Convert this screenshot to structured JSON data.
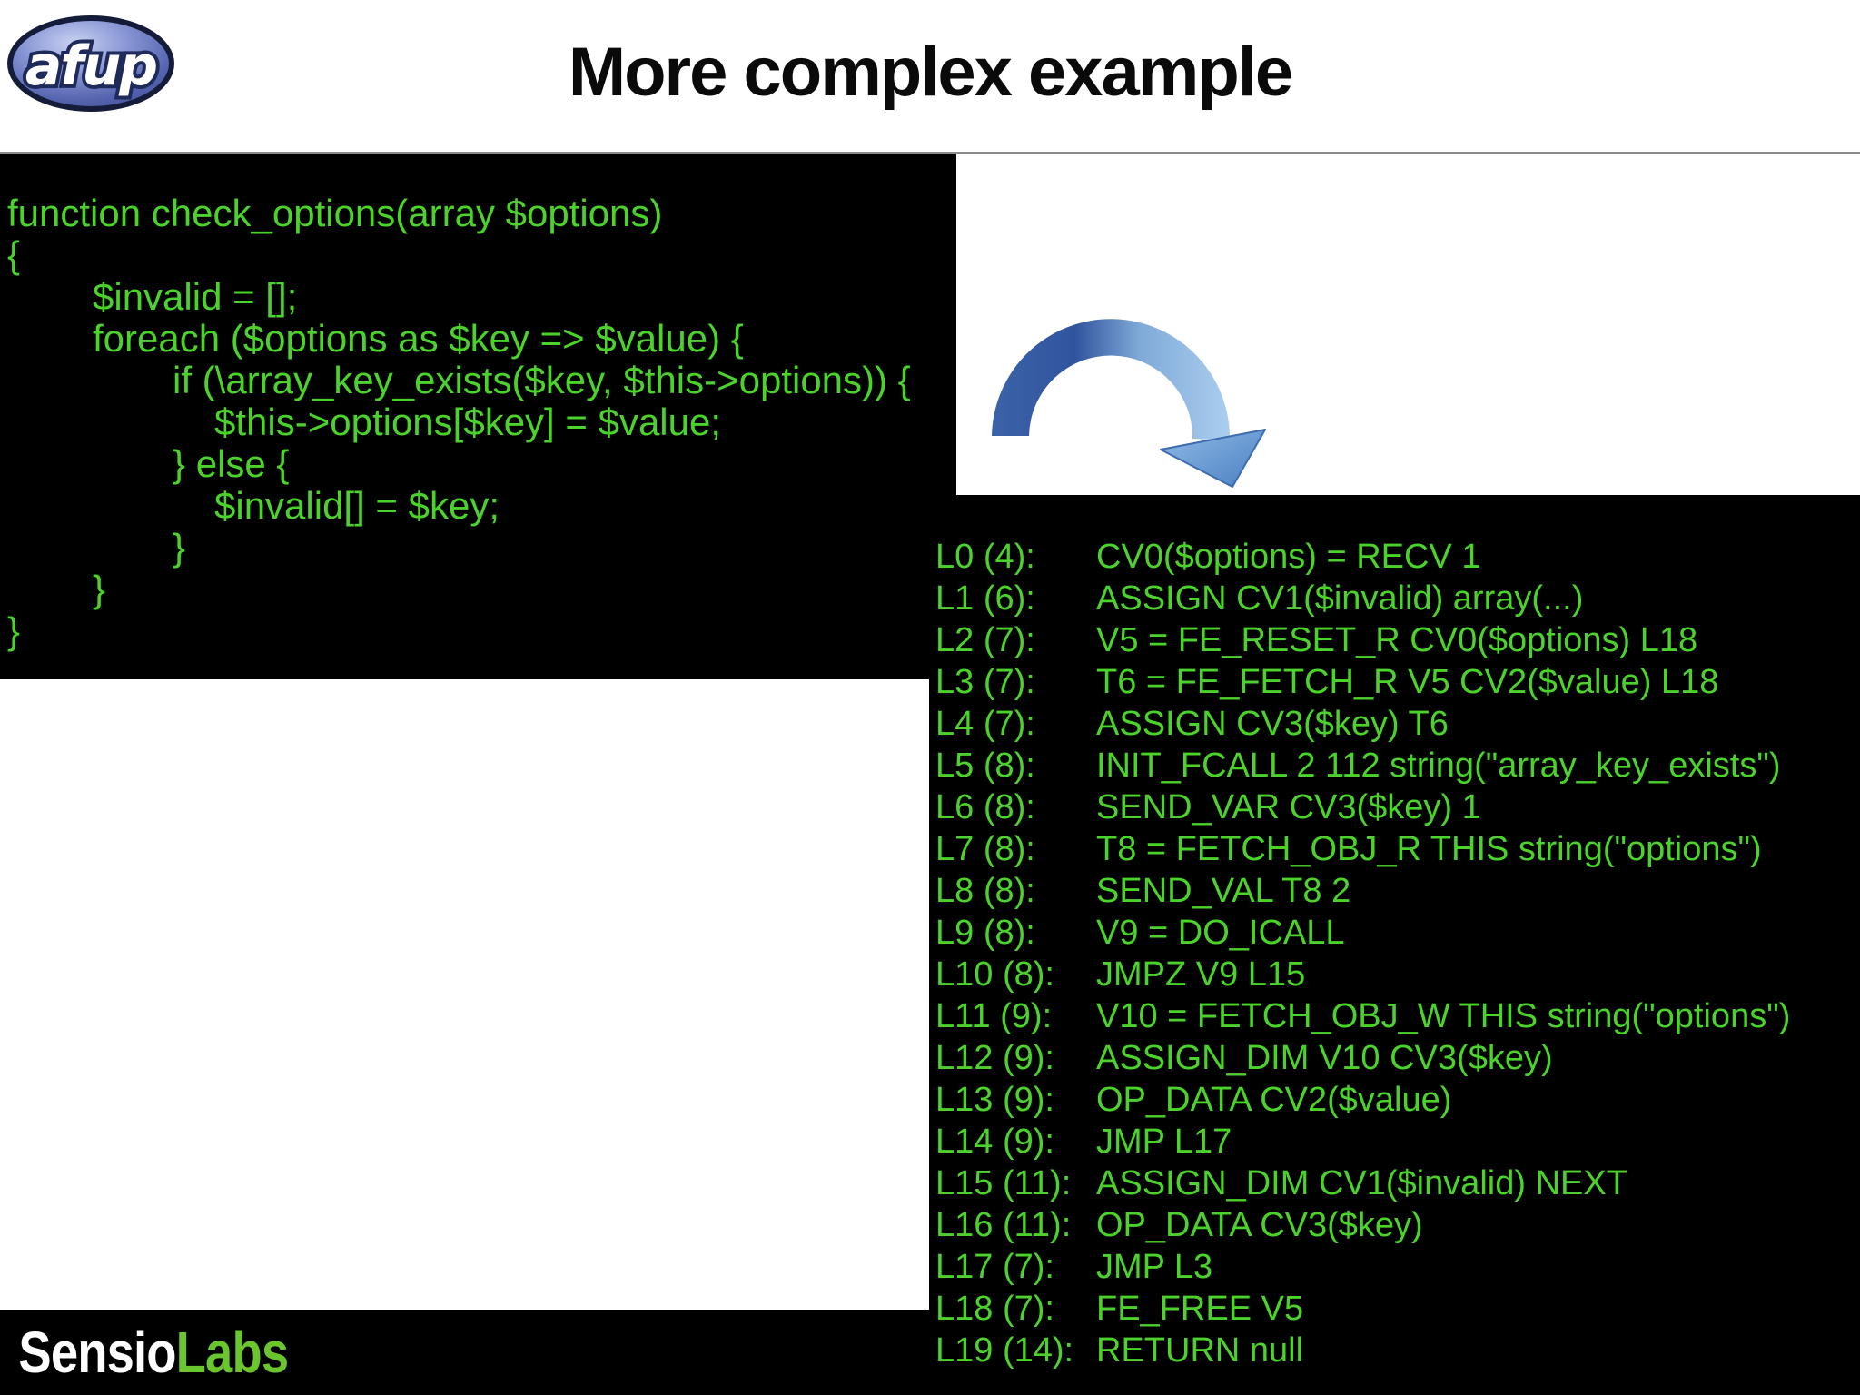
{
  "header": {
    "logo_text": "afup",
    "title": "More complex example"
  },
  "php_panel": {
    "lines": [
      {
        "indent": 0,
        "text": "function check_options(array $options)"
      },
      {
        "indent": 0,
        "text": "{"
      },
      {
        "indent": 1,
        "text": "$invalid = [];"
      },
      {
        "indent": 1,
        "text": "foreach ($options as $key => $value) {"
      },
      {
        "indent": 2,
        "text": "if (\\array_key_exists($key, $this->options)) {"
      },
      {
        "indent": 3,
        "text": "$this->options[$key] = $value;"
      },
      {
        "indent": 2,
        "text": "} else {"
      },
      {
        "indent": 3,
        "text": "$invalid[] = $key;"
      },
      {
        "indent": 2,
        "text": "}"
      },
      {
        "indent": 1,
        "text": "}"
      },
      {
        "indent": 0,
        "text": "}"
      }
    ]
  },
  "opcode_panel": {
    "lines": [
      {
        "label": "L0 (4):",
        "text": "CV0($options) = RECV 1"
      },
      {
        "label": "L1 (6):",
        "text": "ASSIGN CV1($invalid) array(...)"
      },
      {
        "label": "L2 (7):",
        "text": "V5 = FE_RESET_R CV0($options) L18"
      },
      {
        "label": "L3 (7):",
        "text": "T6 = FE_FETCH_R V5 CV2($value) L18"
      },
      {
        "label": "L4 (7):",
        "text": "ASSIGN CV3($key) T6"
      },
      {
        "label": "L5 (8):",
        "text": "INIT_FCALL 2 112 string(\"array_key_exists\")"
      },
      {
        "label": "L6 (8):",
        "text": "SEND_VAR CV3($key) 1"
      },
      {
        "label": "L7 (8):",
        "text": "T8 = FETCH_OBJ_R THIS string(\"options\")"
      },
      {
        "label": "L8 (8):",
        "text": "SEND_VAL T8 2"
      },
      {
        "label": "L9 (8):",
        "text": "V9 = DO_ICALL"
      },
      {
        "label": "L10 (8):",
        "text": "JMPZ V9 L15"
      },
      {
        "label": "L11 (9):",
        "text": "V10 = FETCH_OBJ_W THIS string(\"options\")"
      },
      {
        "label": "L12 (9):",
        "text": "ASSIGN_DIM V10 CV3($key)"
      },
      {
        "label": "L13 (9):",
        "text": "OP_DATA CV2($value)"
      },
      {
        "label": "L14 (9):",
        "text": "JMP L17"
      },
      {
        "label": "L15 (11):",
        "text": "ASSIGN_DIM CV1($invalid) NEXT"
      },
      {
        "label": "L16 (11):",
        "text": "OP_DATA CV3($key)"
      },
      {
        "label": "L17 (7):",
        "text": "JMP L3"
      },
      {
        "label": "L18 (7):",
        "text": "FE_FREE V5"
      },
      {
        "label": "L19 (14):",
        "text": "RETURN null"
      }
    ]
  },
  "footer": {
    "brand_white": "Sensio",
    "brand_green": "Labs"
  },
  "colors": {
    "code_green": "#4bd32b",
    "labs_green": "#6bc52f",
    "divider_gray": "#8c8c8c",
    "arrow_dark_blue": "#3b63a8",
    "arrow_light_blue": "#abceee",
    "logo_blue": "#5565af"
  }
}
